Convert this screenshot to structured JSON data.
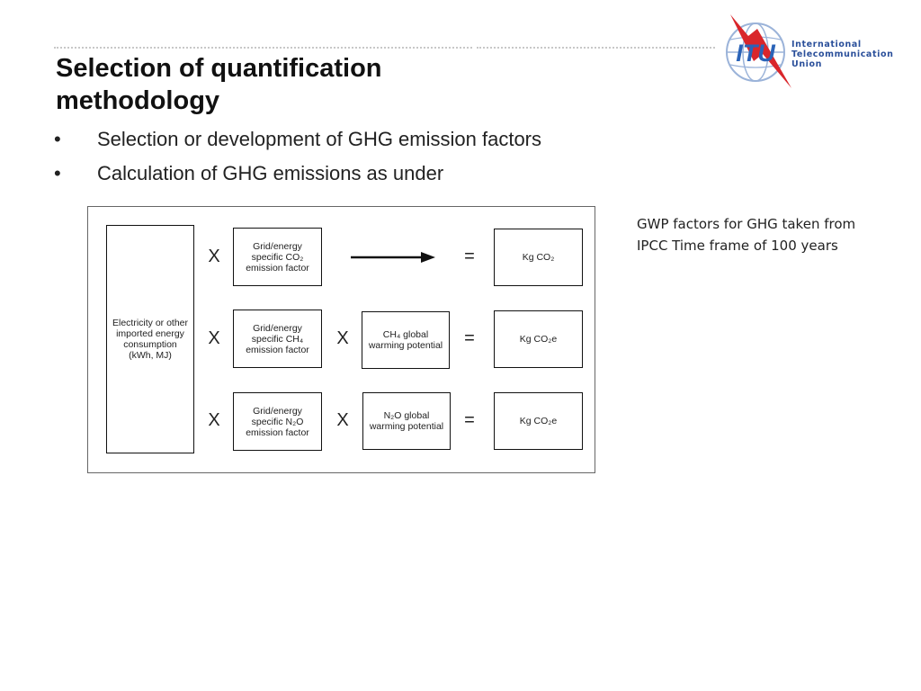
{
  "slide": {
    "title_line1": "Selection of quantification",
    "title_line2": "methodology",
    "bullets": [
      "Selection or development of GHG emission factors",
      "Calculation of GHG emissions as under"
    ],
    "bullet_symbol": "•",
    "side_note_line1": "GWP factors for GHG taken from",
    "side_note_line2": "IPCC Time frame of 100 years"
  },
  "logo": {
    "mark": "ITU",
    "line1": "International",
    "line2": "Telecommunication",
    "line3": "Union",
    "colors": {
      "blue": "#2a63b8",
      "red": "#d9262b"
    }
  },
  "diagram": {
    "input_box": [
      "Electricity or other",
      "imported energy",
      "consumption",
      "(kWh, MJ)"
    ],
    "multiply_symbol": "X",
    "equals_symbol": "=",
    "rows": [
      {
        "factor": [
          "Grid/energy",
          "specific CO₂",
          "emission factor"
        ],
        "gwp": [],
        "result": "Kg CO₂"
      },
      {
        "factor": [
          "Grid/energy",
          "specific CH₄",
          "emission factor"
        ],
        "gwp": [
          "CH₄ global",
          "warming potential"
        ],
        "result": "Kg CO₂e"
      },
      {
        "factor": [
          "Grid/energy",
          "specific N₂O",
          "emission factor"
        ],
        "gwp": [
          "N₂O global",
          "warming potential"
        ],
        "result": "Kg CO₂e"
      }
    ]
  }
}
